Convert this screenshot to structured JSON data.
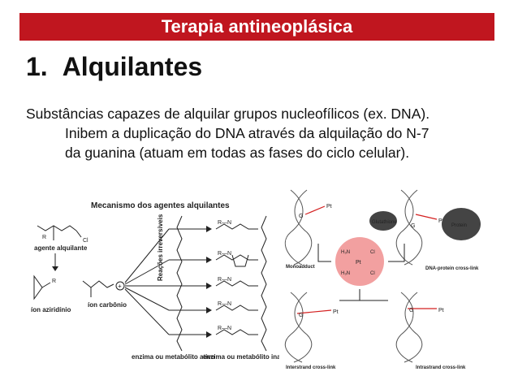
{
  "slide": {
    "title": "Terapia antineoplásica",
    "heading_number": "1.",
    "heading_text": "Alquilantes",
    "body_line1": "Substâncias capazes de alquilar grupos nucleofílicos (ex. DNA).",
    "body_line2": "Inibem a duplicação do DNA através da alquilação do N-7",
    "body_line3": "da guanina (atuam  em todas as fases do ciclo celular)."
  },
  "figure_left": {
    "title": "Mecanismo dos agentes alquilantes",
    "agent_label": "agente alquilante",
    "ion_label": "íon aziridínio",
    "carbon_label": "íon carbônio",
    "reactions_label": "Reações irreversíveis",
    "active_label": "enzima ou metabólito ativo",
    "inactive_label": "enzima ou metabólito inativo"
  },
  "figure_right": {
    "mono_label": "Monoadduct",
    "protein_label": "DNA-protein cross-link",
    "inter_label": "Interstrand cross-link",
    "intra_label": "Intrastrand cross-link",
    "glutathione_label": "Glutathione",
    "protein_blob_label": "Protein",
    "pt_label": "Pt",
    "g_label": "G",
    "cl_label": "Cl",
    "h3n_label": "H₃N"
  },
  "colors": {
    "banner": "#c0161f",
    "drug_circle": "#f2a0a0",
    "pt_red": "#d42020"
  }
}
